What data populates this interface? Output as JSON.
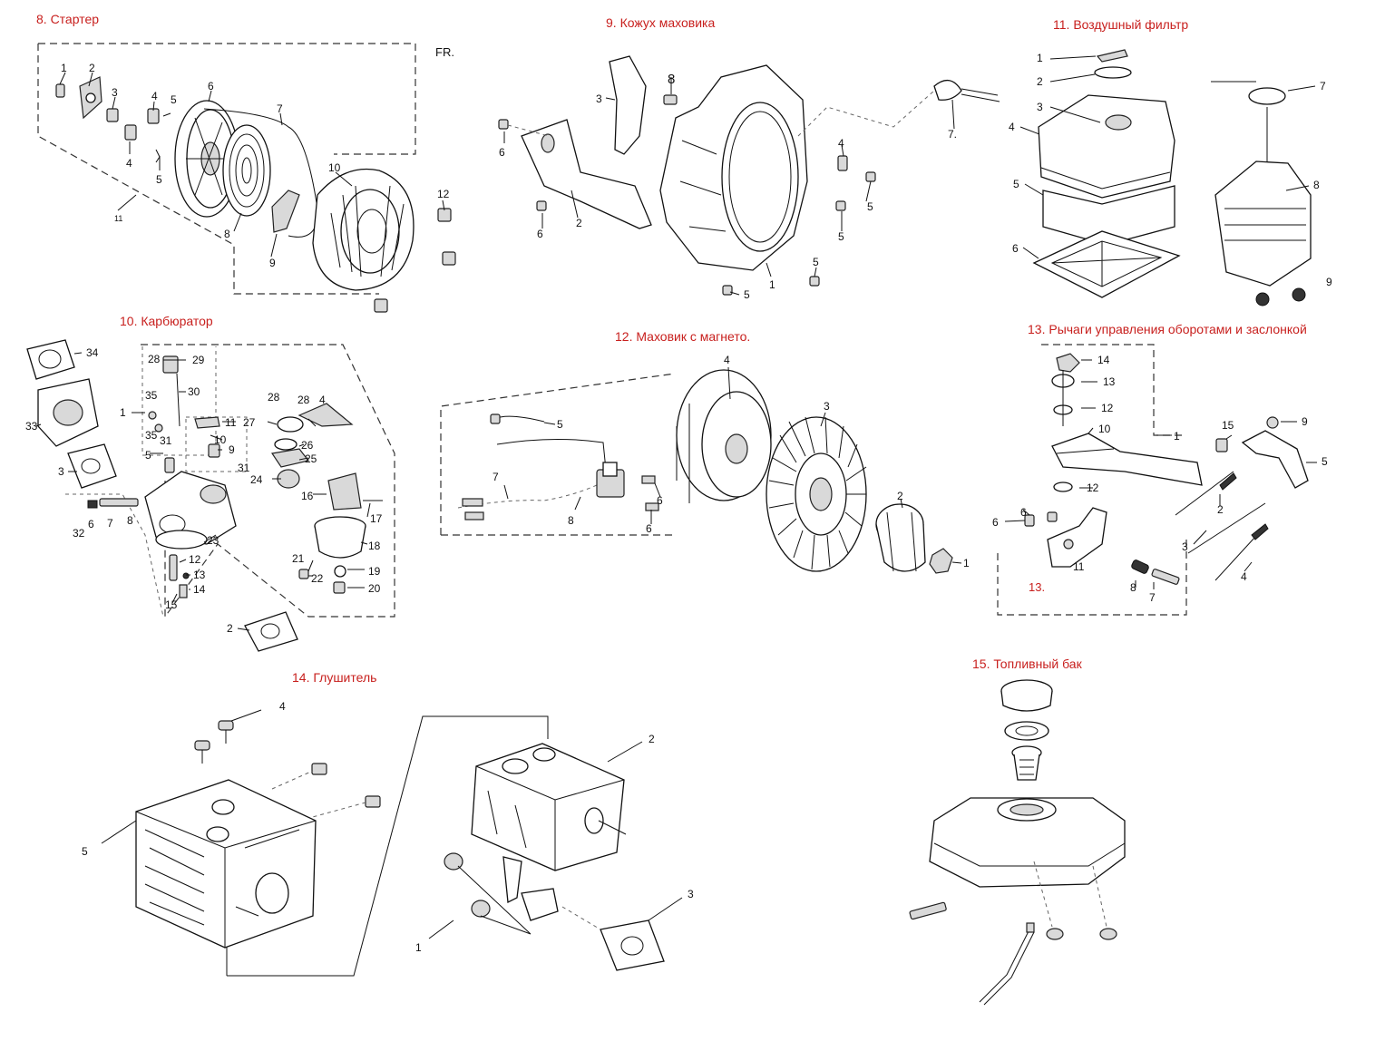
{
  "sections": {
    "starter": {
      "title": "8. Стартер",
      "fr": "FR.",
      "callouts": [
        "1",
        "2",
        "3",
        "4",
        "5",
        "4",
        "5",
        "6",
        "7",
        "8",
        "9",
        "10",
        "11",
        "12"
      ]
    },
    "flywheel_cover": {
      "title": "9. Кожух маховика",
      "callouts": [
        "3",
        "8",
        "6",
        "2",
        "6",
        "1",
        "4",
        "5",
        "5",
        "5",
        "5",
        "7."
      ]
    },
    "air_filter": {
      "title": "11.  Воздушный фильтр",
      "callouts": [
        "1",
        "2",
        "3",
        "4",
        "5",
        "6",
        "7",
        "8",
        "9"
      ]
    },
    "carburetor": {
      "title": "10.  Карбюратор",
      "callouts": [
        "34",
        "29",
        "28",
        "1",
        "30",
        "35",
        "31",
        "35",
        "33",
        "11",
        "10",
        "9",
        "28",
        "28",
        "4",
        "27",
        "26",
        "25",
        "3",
        "24",
        "16",
        "5",
        "17",
        "31",
        "6",
        "7",
        "8",
        "32",
        "18",
        "23",
        "21",
        "19",
        "22",
        "20",
        "12",
        "13",
        "14",
        "15",
        "2"
      ]
    },
    "magneto": {
      "title": "12.  Маховик с магнето.",
      "callouts": [
        "4",
        "3",
        "5",
        "7",
        "8",
        "6",
        "6",
        "2",
        "1"
      ]
    },
    "levers": {
      "title": "13. Рычаги управления оборотами и заслонкой",
      "callouts": [
        "14",
        "13",
        "12",
        "10",
        "1",
        "15",
        "9",
        "5",
        "12",
        "2",
        "6",
        "6",
        "11",
        "3",
        "4",
        "8",
        "7"
      ],
      "sub_label": "13."
    },
    "muffler": {
      "title": "14. Глушитель",
      "callouts": [
        "4",
        "5",
        "2",
        "3",
        "1"
      ]
    },
    "fuel_tank": {
      "title": "15. Топливный бак"
    }
  },
  "colors": {
    "title": "#c8201e",
    "lines": "#111111",
    "background": "#ffffff"
  }
}
